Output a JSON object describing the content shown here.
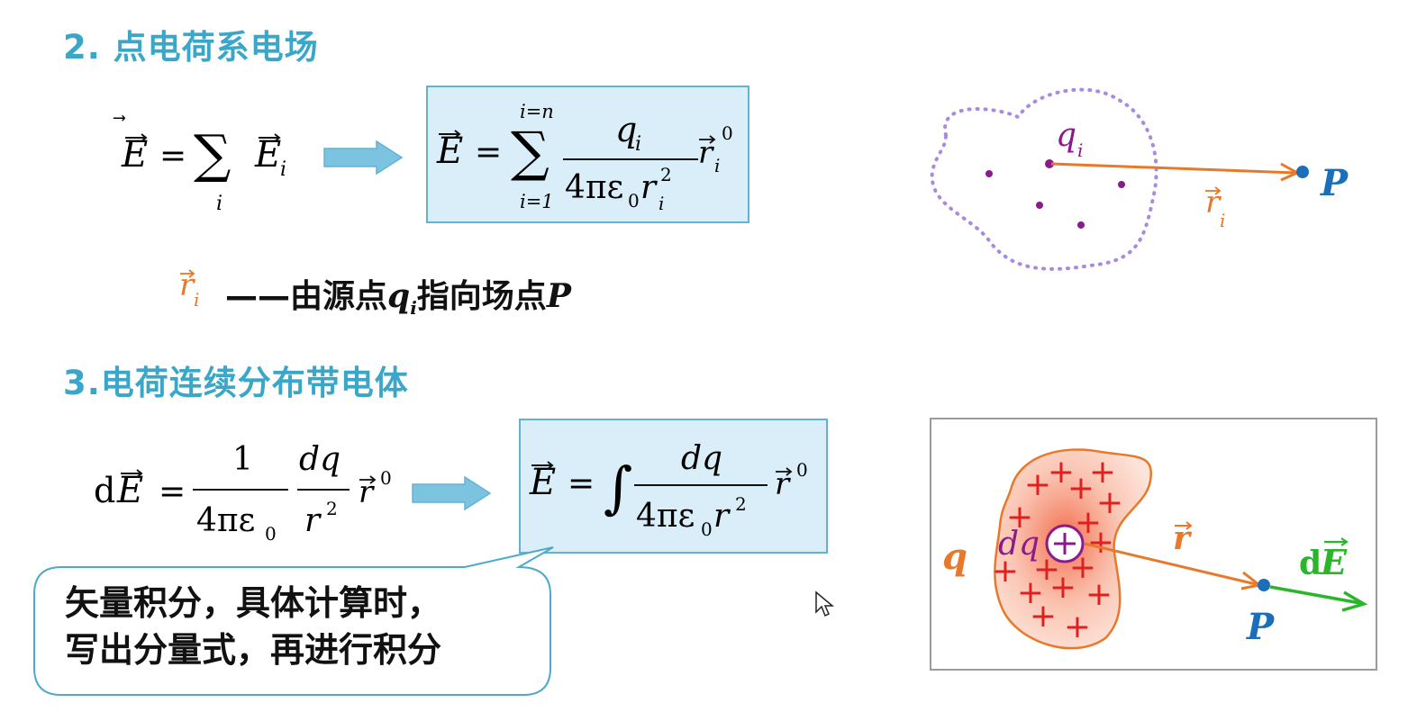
{
  "section2": {
    "title": "2. 点电荷系电场"
  },
  "section3": {
    "title": "3.电荷连续分布带电体"
  },
  "formula_sum_left": {
    "E": "E",
    "equals": "=",
    "sum": "∑",
    "sub_i": "i",
    "Ei": "E",
    "Ei_sub": "i"
  },
  "formula_sum_box": {
    "E": "E",
    "equals": "=",
    "sigma": "∑",
    "upper": "i=n",
    "lower": "i=1",
    "num_q": "q",
    "num_sub": "i",
    "den": "4πε",
    "den_sub0": "0",
    "den_r": "r",
    "den_rsub": "i",
    "den_rsup": "2",
    "rvec": "r",
    "rvec_sub": "i",
    "rvec_sup": "0"
  },
  "ri_desc": {
    "r": "r",
    "sub": "i",
    "text_a": "——由源点",
    "q": "q",
    "q_sub": "i",
    "text_b": "指向场点",
    "P": "P"
  },
  "formula_dE_left": {
    "d": "d",
    "E": "E",
    "equals": "=",
    "num1": "1",
    "den1": "4πε",
    "den1_sub": "0",
    "num2": "dq",
    "den2": "r",
    "den2_sup": "2",
    "rvec": "r",
    "rvec_sup": "0"
  },
  "formula_int_box": {
    "E": "E",
    "equals": "=",
    "integral": "∫",
    "num": "dq",
    "den": "4πε",
    "den_sub0": "0",
    "den_r": "r",
    "den_sup": "2",
    "rvec": "r",
    "rvec_sup": "0"
  },
  "callout": {
    "line1": "矢量积分，具体计算时，",
    "line2": "写出分量式，再进行积分"
  },
  "diagram1": {
    "charge_label": "q",
    "charge_sub": "i",
    "point_label": "P",
    "r_label": "r",
    "r_sub": "i"
  },
  "diagram2": {
    "q_label": "q",
    "dq_label": "dq",
    "r_label": "r",
    "dE_d": "d",
    "dE_E": "E",
    "point_label": "P",
    "plus": "+"
  },
  "colors": {
    "heading": "#3aa6c8",
    "box_fill": "#d9eef8",
    "box_border": "#5fb3d6",
    "arrow_fill": "#7cc3e0",
    "orange": "#e8782a",
    "purple": "#8b1a8b",
    "blue": "#1a6fb8",
    "green": "#2bb52b",
    "red": "#e02020",
    "dots": "#a98ae0"
  }
}
